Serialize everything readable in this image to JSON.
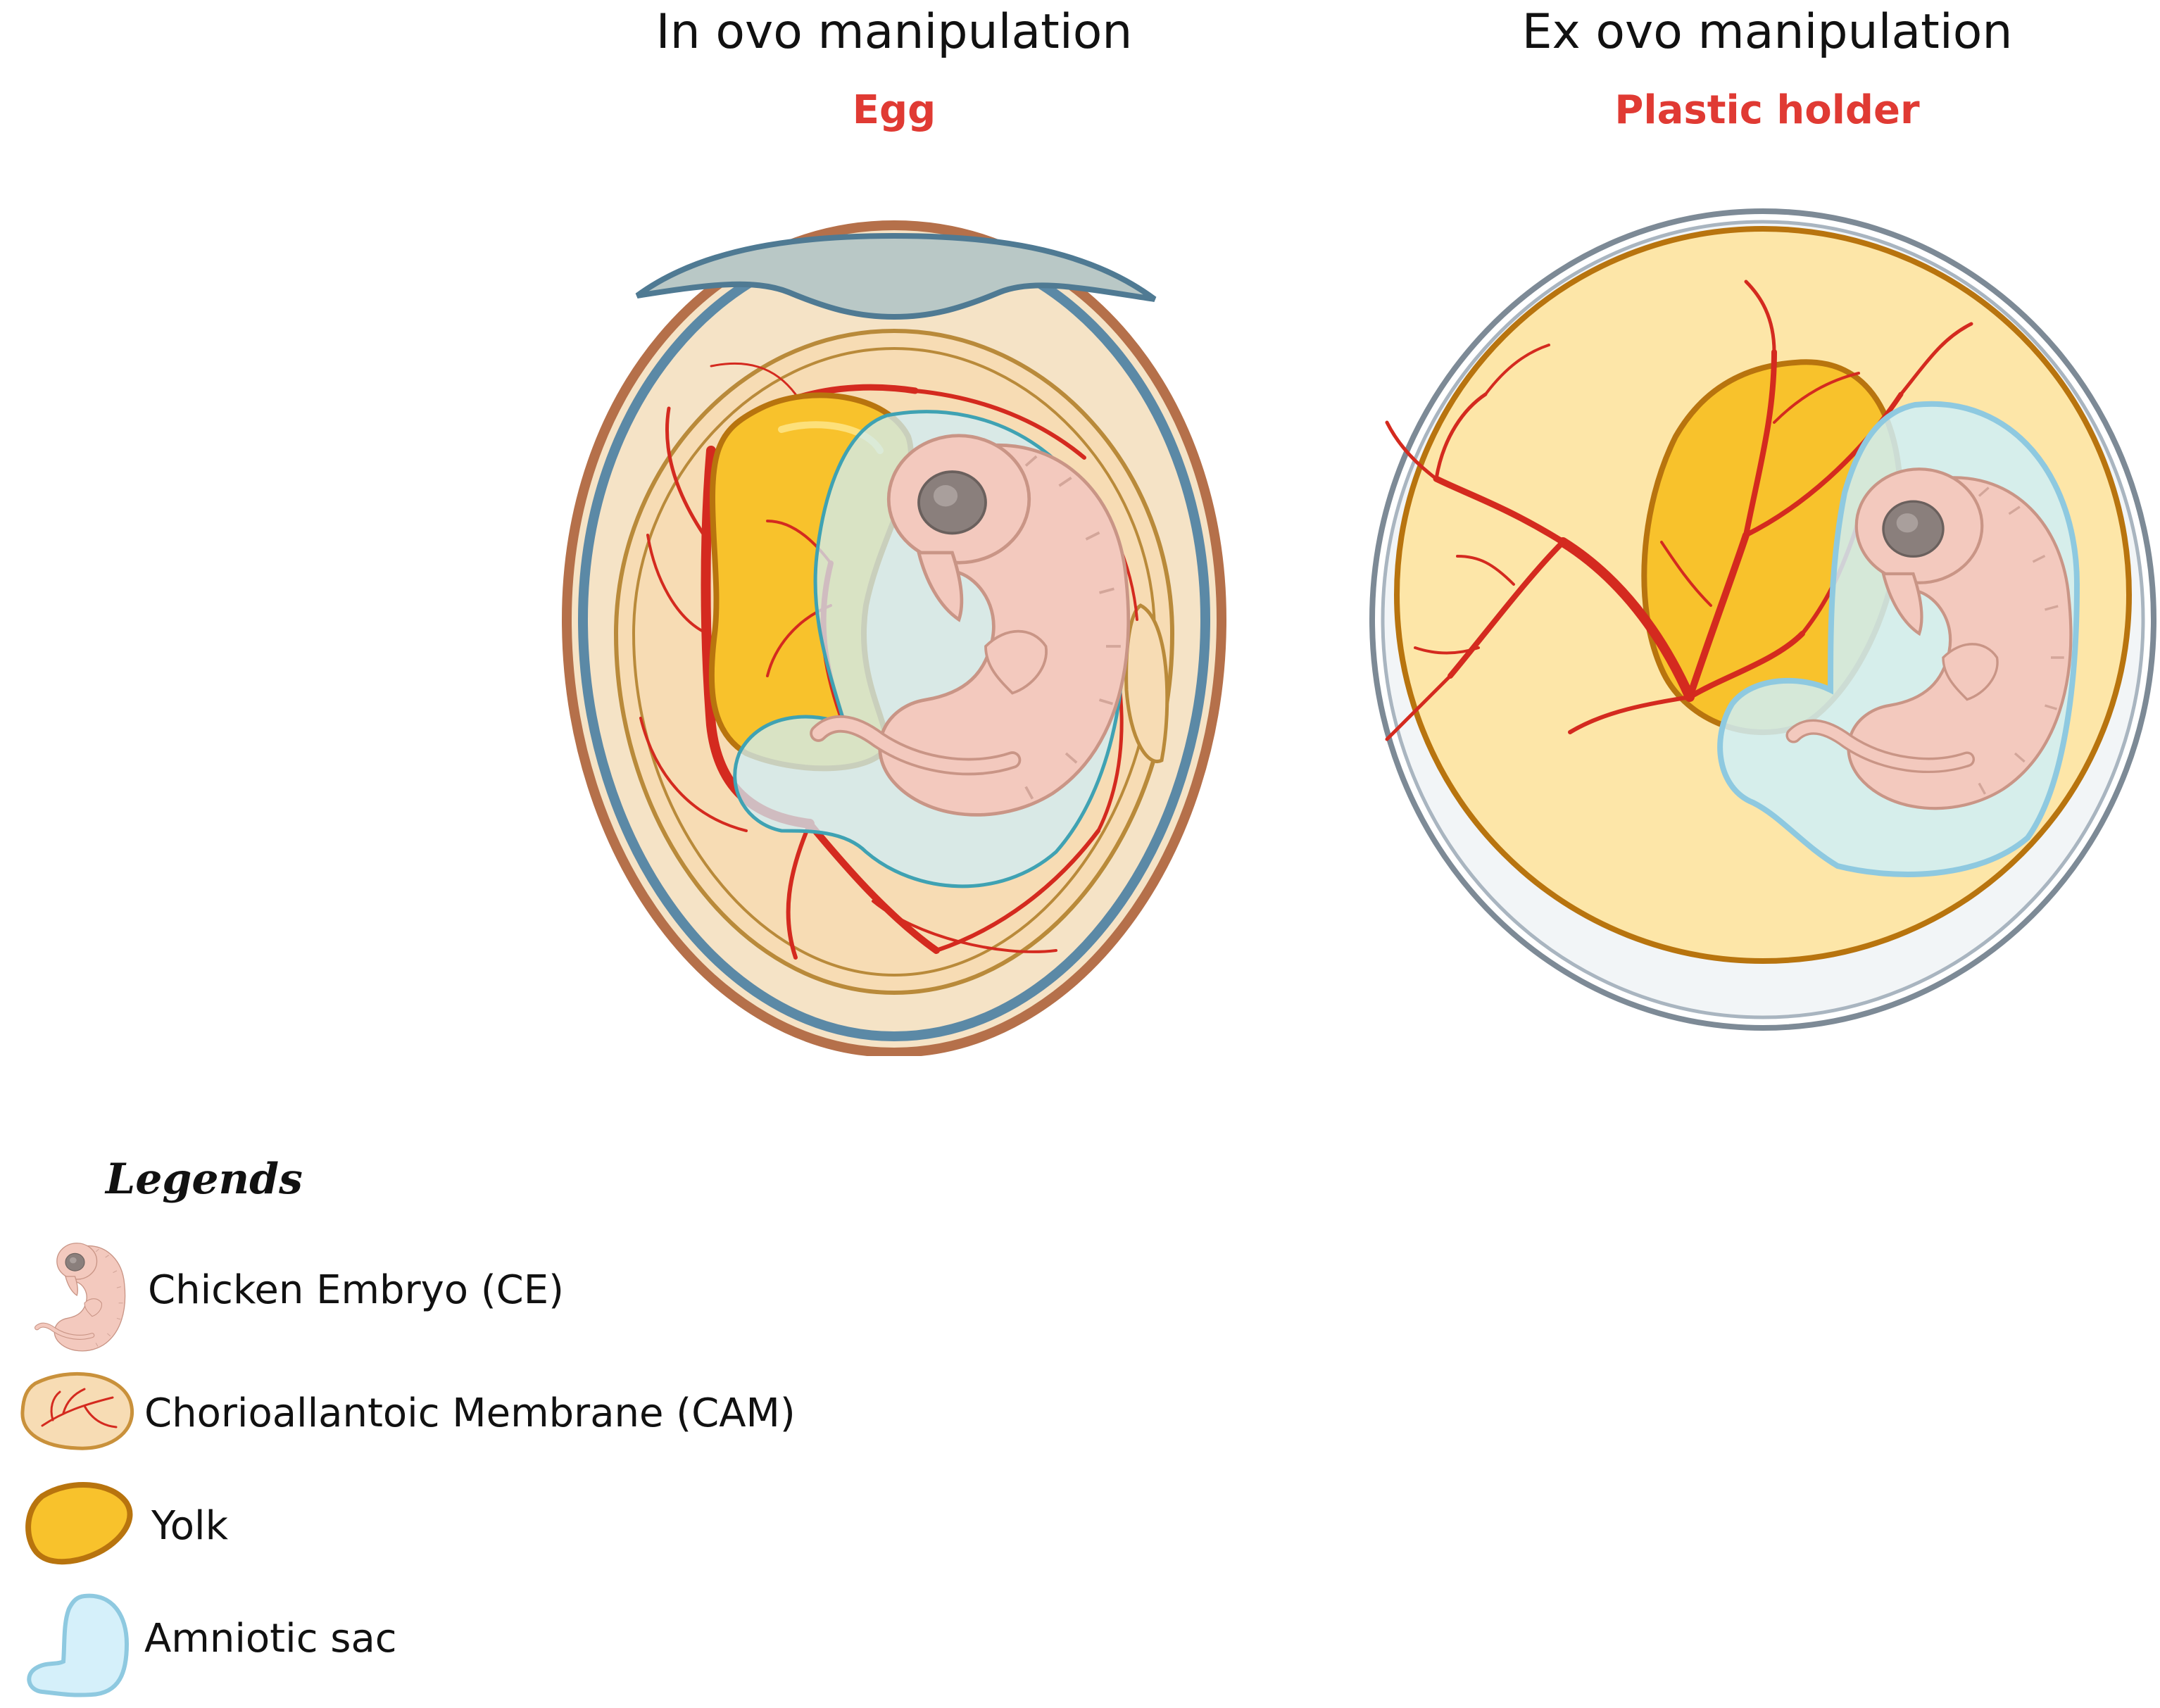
{
  "panels": {
    "left": {
      "title": "In ovo manipulation",
      "subtitle": "Egg"
    },
    "right": {
      "title": "Ex ovo manipulation",
      "subtitle": "Plastic holder"
    }
  },
  "legend": {
    "title": "Legends",
    "items": [
      {
        "label": "Chicken Embryo (CE)",
        "icon": "embryo-icon"
      },
      {
        "label": "Chorioallantoic Membrane (CAM)",
        "icon": "cam-icon"
      },
      {
        "label": "Yolk",
        "icon": "yolk-icon"
      },
      {
        "label": "Amniotic sac",
        "icon": "amniotic-sac-icon"
      }
    ]
  },
  "colors": {
    "subtitle": "#e03a33",
    "shell": "#b5704a",
    "membrane_blue": "#5b89a6",
    "cam_fill": "#f7dcb4",
    "yolk": "#f8c22c",
    "yolk_outline": "#b8740e",
    "vessel": "#d42a1f",
    "amnion": "#cfeef7",
    "embryo": "#f3c9be",
    "dish_fill": "#fde6a8"
  }
}
